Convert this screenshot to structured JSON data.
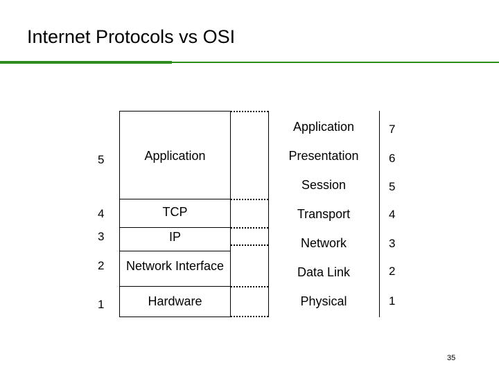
{
  "slide": {
    "title": "Internet Protocols vs OSI",
    "page_number": "35"
  },
  "colors": {
    "accent": "#2e8b1e",
    "line": "#000000"
  },
  "internet": {
    "layers": [
      {
        "number": "5",
        "name": "Application"
      },
      {
        "number": "4",
        "name": "TCP"
      },
      {
        "number": "3",
        "name": "IP"
      },
      {
        "number": "2",
        "name": "Network Interface"
      },
      {
        "number": "1",
        "name": "Hardware"
      }
    ]
  },
  "osi": {
    "layers": [
      {
        "number": "7",
        "name": "Application"
      },
      {
        "number": "6",
        "name": "Presentation"
      },
      {
        "number": "5",
        "name": "Session"
      },
      {
        "number": "4",
        "name": "Transport"
      },
      {
        "number": "3",
        "name": "Network"
      },
      {
        "number": "2",
        "name": "Data Link"
      },
      {
        "number": "1",
        "name": "Physical"
      }
    ]
  }
}
